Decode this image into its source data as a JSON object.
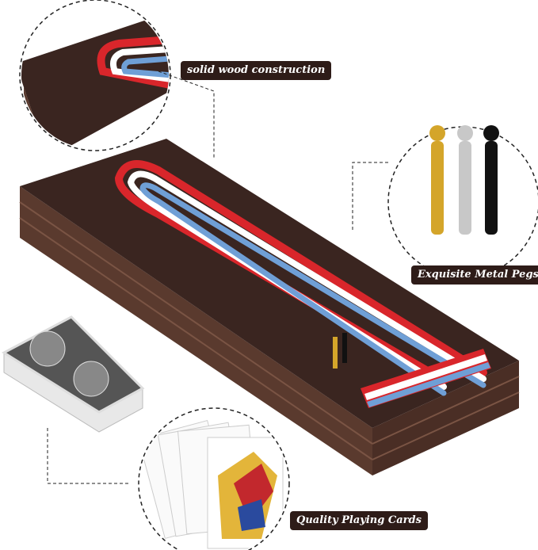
{
  "labels": {
    "wood": "solid wood construction",
    "pegs": "Exquisite Metal Pegs",
    "cards": "Quality Playing Cards"
  },
  "colors": {
    "wood": "#3a2520",
    "label_bg": "#2e1c18",
    "track_red": "#d9262b",
    "track_white": "#ffffff",
    "track_blue": "#6f9fd6",
    "peg_gold": "#d4a52a",
    "peg_silver": "#c8c8c8",
    "peg_black": "#111111"
  }
}
